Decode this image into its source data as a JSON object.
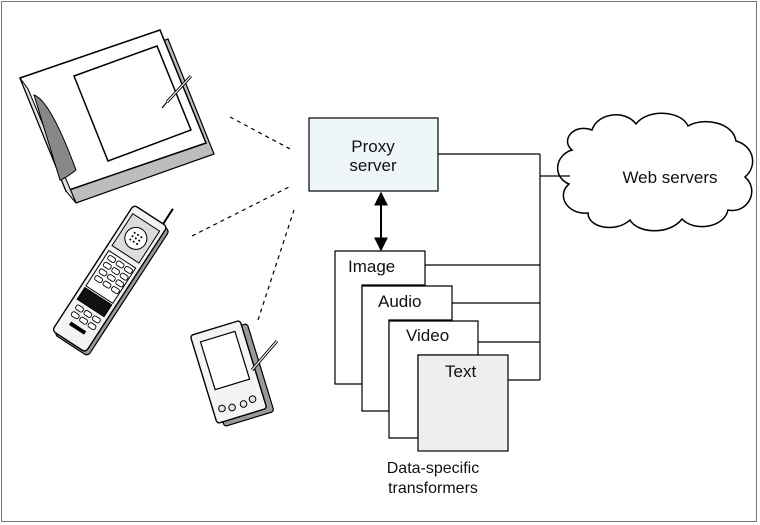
{
  "diagram": {
    "proxy": {
      "line1": "Proxy",
      "line2": "server"
    },
    "web_servers": "Web servers",
    "transformers": [
      {
        "label": "Image"
      },
      {
        "label": "Audio"
      },
      {
        "label": "Video"
      },
      {
        "label": "Text"
      }
    ],
    "caption": {
      "line1": "Data-specific",
      "line2": "transformers"
    },
    "devices": [
      "tablet-device-icon",
      "mobile-phone-icon",
      "pda-device-icon"
    ],
    "colors": {
      "proxy_fill": "#eef6f9",
      "text_page_fill": "#eeeeee",
      "device_dark": "#808080",
      "line": "#000000"
    }
  }
}
